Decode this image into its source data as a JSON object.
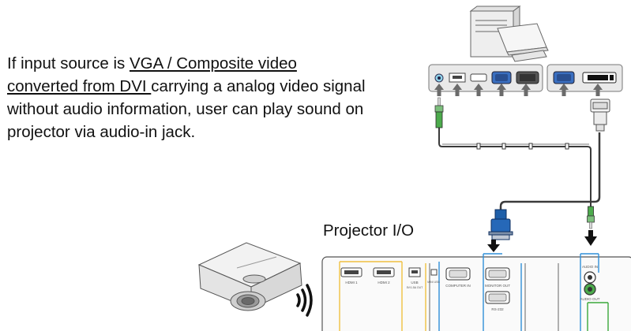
{
  "description": {
    "line1_pre": "If input source is ",
    "line1_underlined": "VGA / Composite video",
    "line2_underlined": "converted from DVI ",
    "line2_post": "carrying a analog video signal",
    "line3": "without audio information, user can play sound on",
    "line4": "projector via audio-in jack."
  },
  "projector_title": "Projector I/O",
  "projector_ports": {
    "hdmi1": "HDMI 1",
    "hdmi2": "HDMI 2",
    "usb": "USB",
    "usb_sub": "5V/1.5A OUT",
    "mini_usb": "MINI USB",
    "computer_in": "COMPUTER IN",
    "monitor_out": "MONITOR OUT",
    "rs232": "RS-232",
    "audio_in": "AUDIO IN",
    "audio_out": "AUDIO OUT"
  },
  "colors": {
    "accent_blue": "#2f8fd8",
    "accent_yellow": "#f0c040",
    "accent_green": "#3aa83a",
    "cable_gray": "#3a3a3a",
    "connector_blue": "#1f5fa8",
    "connector_green": "#4cab4c"
  }
}
